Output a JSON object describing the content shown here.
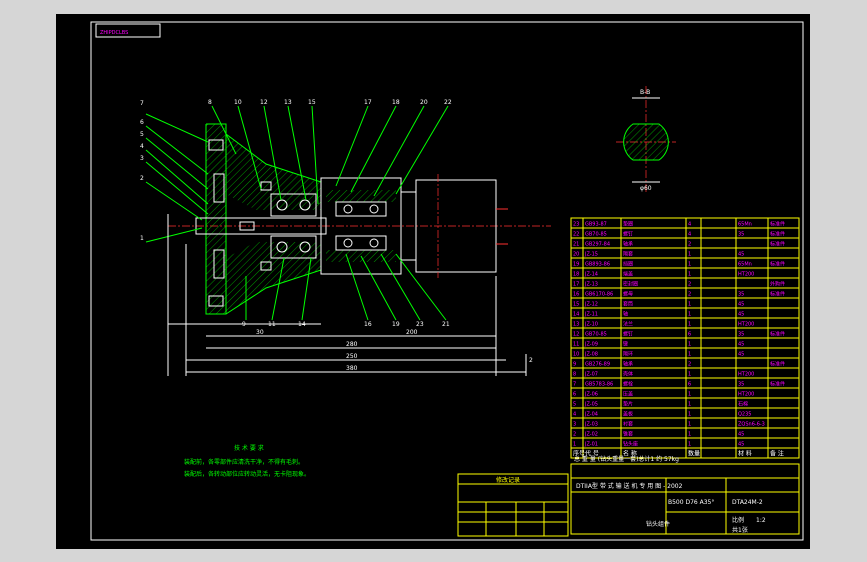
{
  "frame": {
    "label": "ZHIPDCLBS"
  },
  "balloons": [
    "7",
    "6",
    "5",
    "4",
    "3",
    "2",
    "1",
    "8",
    "10",
    "12",
    "13",
    "15",
    "17",
    "18",
    "20",
    "22",
    "9",
    "11",
    "14",
    "16",
    "19",
    "23",
    "21"
  ],
  "dimensions": {
    "d1": "30",
    "d2": "200",
    "d3": "280",
    "d4": "250",
    "d5": "380",
    "d6": "2"
  },
  "section": {
    "top_label": "B-B",
    "bottom_label": "φ60"
  },
  "notes": {
    "title": "技 术 要 求",
    "line1": "装配前，各零部件应清洗干净，不得有毛刺。",
    "line2": "装配后，各转动部位应转动灵活，无卡阻现象。"
  },
  "parts_list": {
    "header": [
      "序号",
      "代 号",
      "名 称",
      "数量",
      "材 料",
      "备 注"
    ],
    "rows": [
      [
        "23",
        "GB93-87",
        "垫圈",
        "4",
        "65Mn",
        "标准件"
      ],
      [
        "22",
        "GB70-85",
        "螺钉",
        "4",
        "35",
        "标准件"
      ],
      [
        "21",
        "GB297-84",
        "轴承",
        "2",
        "",
        "标准件"
      ],
      [
        "20",
        "JZ-15",
        "隔套",
        "1",
        "45",
        ""
      ],
      [
        "19",
        "GB893-86",
        "挡圈",
        "1",
        "65Mn",
        "标准件"
      ],
      [
        "18",
        "JZ-14",
        "端盖",
        "1",
        "HT200",
        ""
      ],
      [
        "17",
        "JZ-13",
        "密封圈",
        "2",
        "",
        "外购件"
      ],
      [
        "16",
        "GB6170-86",
        "螺母",
        "2",
        "35",
        "标准件"
      ],
      [
        "15",
        "JZ-12",
        "套筒",
        "1",
        "45",
        ""
      ],
      [
        "14",
        "JZ-11",
        "轴",
        "1",
        "45",
        ""
      ],
      [
        "13",
        "JZ-10",
        "法兰",
        "1",
        "HT200",
        ""
      ],
      [
        "12",
        "GB70-85",
        "螺钉",
        "6",
        "35",
        "标准件"
      ],
      [
        "11",
        "JZ-09",
        "键",
        "1",
        "45",
        ""
      ],
      [
        "10",
        "JZ-08",
        "隔环",
        "1",
        "45",
        ""
      ],
      [
        "9",
        "GB276-89",
        "轴承",
        "2",
        "",
        "标准件"
      ],
      [
        "8",
        "JZ-07",
        "壳体",
        "1",
        "HT200",
        ""
      ],
      [
        "7",
        "GB5783-86",
        "螺栓",
        "6",
        "35",
        "标准件"
      ],
      [
        "6",
        "JZ-06",
        "压盖",
        "1",
        "HT200",
        ""
      ],
      [
        "5",
        "JZ-05",
        "垫片",
        "1",
        "石棉",
        ""
      ],
      [
        "4",
        "JZ-04",
        "盖板",
        "1",
        "Q235",
        ""
      ],
      [
        "3",
        "JZ-03",
        "衬套",
        "1",
        "ZQSn6-6-3",
        ""
      ],
      [
        "2",
        "JZ-02",
        "锥套",
        "1",
        "45",
        ""
      ],
      [
        "1",
        "JZ-01",
        "钻头座",
        "1",
        "45",
        ""
      ]
    ]
  },
  "title_block": {
    "weight_row": "总 重 量  (钻头重量一套)总计1  约 57kg",
    "project": "DTIIA型  带 式 输 送 机 专 用 图 - 2002",
    "spec": "B500 D76 A35°",
    "drawing_no": "DTA24M-2",
    "part_name": "钻头组件",
    "revision_title": "修改记录",
    "scale_label": "比例",
    "scale_value": "1:2",
    "sheet_label": "共1张"
  }
}
